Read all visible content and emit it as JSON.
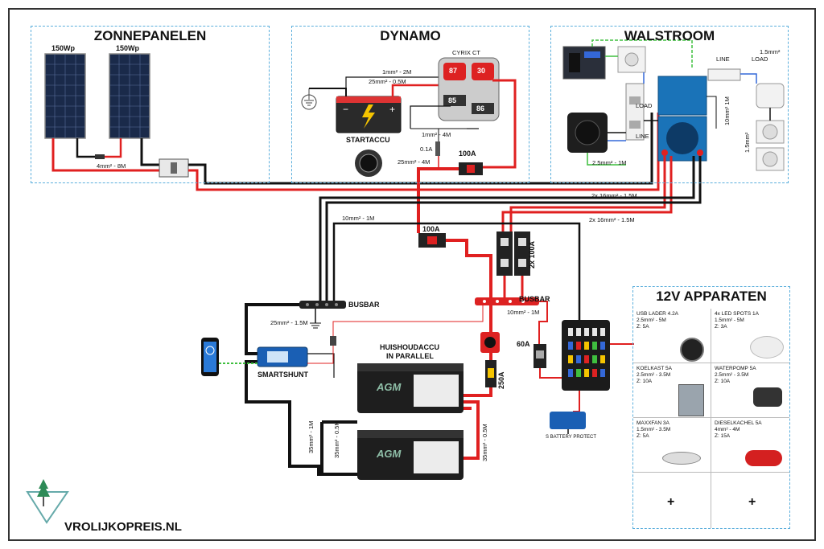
{
  "panels": {
    "zonnepanelen": "ZONNEPANELEN",
    "dynamo": "DYNAMO",
    "walstroom": "WALSTROOM",
    "apparaten": "12V APPARATEN"
  },
  "solar": {
    "panel1": "150Wp",
    "panel2": "150Wp",
    "cable": "4mm² - 8M"
  },
  "dynamo": {
    "cyrix": "CYRIX CT",
    "t87": "87",
    "t30": "30",
    "t85": "85",
    "t86": "86",
    "c1": "1mm² - 2M",
    "c2": "25mm² - 0.5M",
    "c3": "1mm² - 4M",
    "fuse_small": "0.1A",
    "c4": "25mm² - 4M",
    "fuse": "100A",
    "startaccu": "STARTACCU"
  },
  "walstroom": {
    "line": "LINE",
    "load": "LOAD",
    "line2": "LINE",
    "load2": "LOAD",
    "c1": "1.5mm²",
    "c2": "10mm² 1M",
    "c3": "2.5mm² - 1M",
    "c4": "1.5mm²"
  },
  "main": {
    "w1": "2x 16mm² - 1.5M",
    "w2": "10mm² - 1M",
    "w3": "2x 16mm² - 1.5M",
    "fuse1": "100A",
    "fuse2": "2x 100A",
    "busbar_left": "BUSBAR",
    "busbar_right": "BUSBAR",
    "w4": "25mm² - 1.5M",
    "w5": "10mm² - 1M",
    "fuse3": "60A",
    "fuse4": "250A",
    "smartshunt": "SMARTSHUNT",
    "accu_title1": "HUISHOUDACCU",
    "accu_title2": "IN PARALLEL",
    "battery_protect": "S BATTERY PROTECT",
    "w6": "35mm² - 1M",
    "w7": "35mm² - 0.5M",
    "w8": "35mm² - 0.5M",
    "agm": "AGM",
    "brand": "VROLIJKOPREIS.NL"
  },
  "apparaten": [
    {
      "name": "USB LADER 4.2A",
      "cable": "2.5mm² - 5M",
      "fuse": "Z: 5A"
    },
    {
      "name": "4x LED SPOTS 1A",
      "cable": "1.5mm² - 5M",
      "fuse": "Z: 3A"
    },
    {
      "name": "KOELKAST 5A",
      "cable": "2.5mm² - 3.5M",
      "fuse": "Z: 10A"
    },
    {
      "name": "WATERPOMP 5A",
      "cable": "2.5mm² - 3.5M",
      "fuse": "Z: 10A"
    },
    {
      "name": "MAXXFAN 3A",
      "cable": "1.5mm² - 3.5M",
      "fuse": "Z: 5A"
    },
    {
      "name": "DIESELKACHEL 5A",
      "cable": "4mm² - 4M",
      "fuse": "Z: 15A"
    }
  ],
  "plus": "+",
  "colors": {
    "positive": "#e02020",
    "negative": "#111111",
    "earth": "#3fbf3f",
    "panel_border": "#5aaedc"
  }
}
